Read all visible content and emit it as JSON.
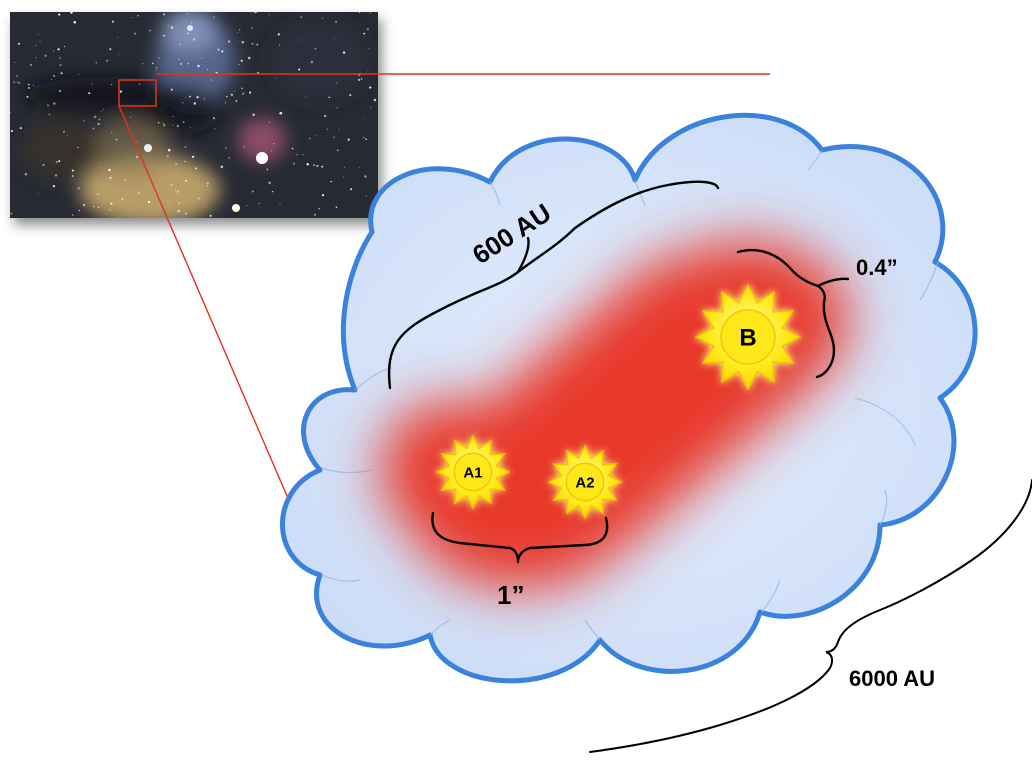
{
  "labels": {
    "inner_separation": "600 AU",
    "outer_size": "6000 AU",
    "angular_ab": "0.4”",
    "angular_a1a2": "1”"
  },
  "stars": [
    {
      "name": "A1"
    },
    {
      "name": "A2"
    },
    {
      "name": "B"
    }
  ],
  "colors": {
    "cloud_fill": "#d6e4fa",
    "cloud_stroke": "#3a82dc",
    "envelope": "#e8372a",
    "star_fill": "#ffef1a",
    "star_glow": "#fff27a",
    "callout_line": "#e0341c",
    "bracket": "#000000"
  },
  "inset": {
    "description_icon": "nebula-photo"
  }
}
